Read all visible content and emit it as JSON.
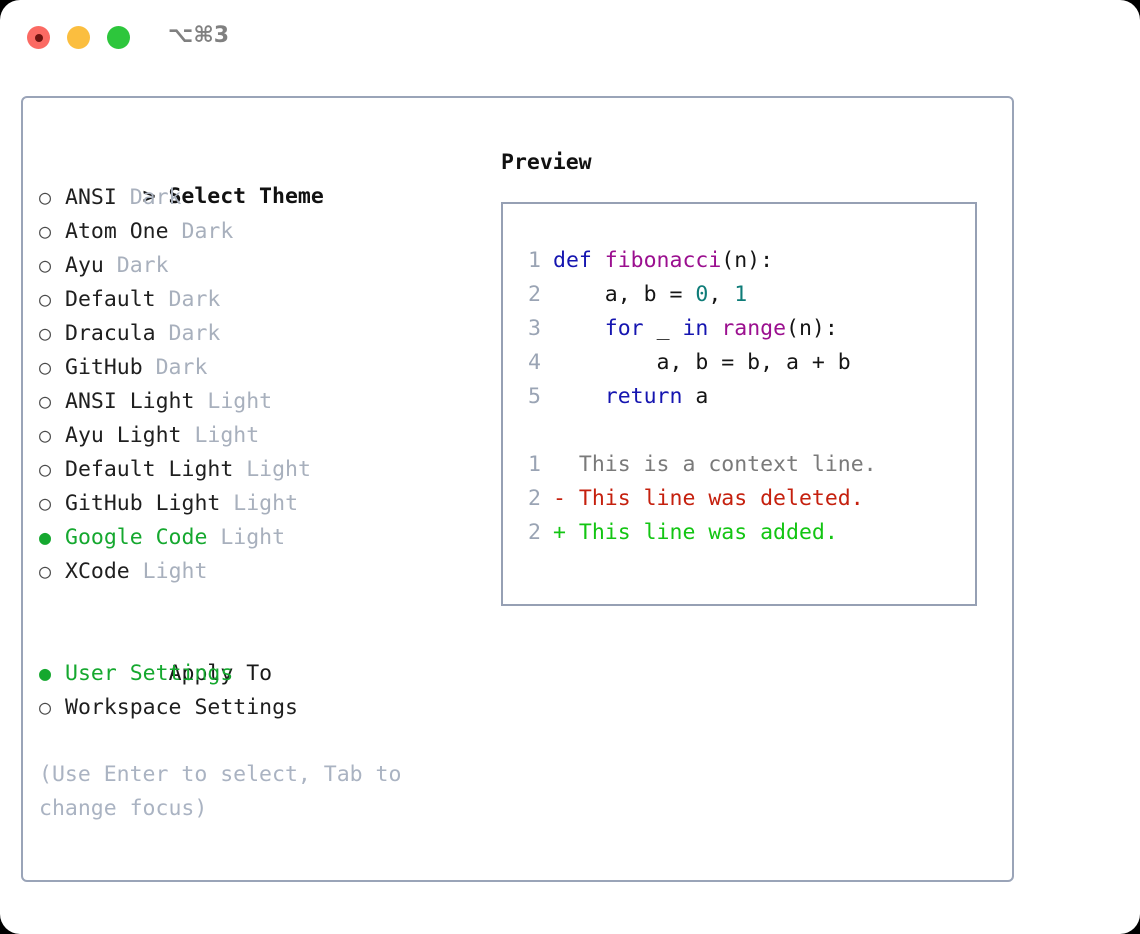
{
  "titlebar": {
    "shortcut": "⌥⌘3",
    "lights": [
      {
        "name": "close",
        "color": "#fb6a63"
      },
      {
        "name": "minimize",
        "color": "#fbbe3f"
      },
      {
        "name": "maximize",
        "color": "#2dc63c"
      }
    ]
  },
  "colors": {
    "accent_green": "#15a82f",
    "muted": "#a8b0bd",
    "border": "#9aa4b8",
    "hint": "#aab3c2",
    "keyword": "#1515b0",
    "function": "#9b0f8f",
    "number": "#0e7c78",
    "diff_context": "#7a7a7a",
    "diff_deleted": "#c5200e",
    "diff_added": "#13c513"
  },
  "theme_list": {
    "heading": "Select Theme",
    "heading_prefix": "> ",
    "bullet_selected": "●",
    "bullet_unselected": "○",
    "items": [
      {
        "label": "ANSI",
        "variant": "Dark",
        "selected": false
      },
      {
        "label": "Atom One",
        "variant": "Dark",
        "selected": false
      },
      {
        "label": "Ayu",
        "variant": "Dark",
        "selected": false
      },
      {
        "label": "Default",
        "variant": "Dark",
        "selected": false
      },
      {
        "label": "Dracula",
        "variant": "Dark",
        "selected": false
      },
      {
        "label": "GitHub",
        "variant": "Dark",
        "selected": false
      },
      {
        "label": "ANSI Light",
        "variant": "Light",
        "selected": false
      },
      {
        "label": "Ayu Light",
        "variant": "Light",
        "selected": false
      },
      {
        "label": "Default Light",
        "variant": "Light",
        "selected": false
      },
      {
        "label": "GitHub Light",
        "variant": "Light",
        "selected": false
      },
      {
        "label": "Google Code",
        "variant": "Light",
        "selected": true
      },
      {
        "label": "XCode",
        "variant": "Light",
        "selected": false
      }
    ]
  },
  "apply_to": {
    "heading": "Apply To",
    "items": [
      {
        "label": "User Settings",
        "selected": true
      },
      {
        "label": "Workspace Settings",
        "selected": false
      }
    ]
  },
  "hint": "(Use Enter to select, Tab to change focus)",
  "preview": {
    "title": "Preview",
    "code_lines": [
      {
        "no": "1",
        "tokens": [
          {
            "t": "def ",
            "c": "t-kw"
          },
          {
            "t": "fibonacci",
            "c": "t-fn"
          },
          {
            "t": "(n):",
            "c": "t-pl"
          }
        ]
      },
      {
        "no": "2",
        "tokens": [
          {
            "t": "    a, b = ",
            "c": "t-pl"
          },
          {
            "t": "0",
            "c": "t-num"
          },
          {
            "t": ", ",
            "c": "t-pl"
          },
          {
            "t": "1",
            "c": "t-num"
          }
        ]
      },
      {
        "no": "3",
        "tokens": [
          {
            "t": "    ",
            "c": "t-pl"
          },
          {
            "t": "for",
            "c": "t-kw"
          },
          {
            "t": " _ ",
            "c": "t-pl"
          },
          {
            "t": "in",
            "c": "t-kw"
          },
          {
            "t": " ",
            "c": "t-pl"
          },
          {
            "t": "range",
            "c": "t-fn"
          },
          {
            "t": "(n):",
            "c": "t-pl"
          }
        ]
      },
      {
        "no": "4",
        "tokens": [
          {
            "t": "        a, b = b, a + b",
            "c": "t-pl"
          }
        ]
      },
      {
        "no": "5",
        "tokens": [
          {
            "t": "    ",
            "c": "t-pl"
          },
          {
            "t": "return",
            "c": "t-kw"
          },
          {
            "t": " a",
            "c": "t-pl"
          }
        ]
      }
    ],
    "diff_lines": [
      {
        "no": "1",
        "marker": "  ",
        "text": "This is a context line.",
        "c": "d-ctx"
      },
      {
        "no": "2",
        "marker": "- ",
        "text": "This line was deleted.",
        "c": "d-del"
      },
      {
        "no": "2",
        "marker": "+ ",
        "text": "This line was added.",
        "c": "d-add"
      }
    ]
  }
}
